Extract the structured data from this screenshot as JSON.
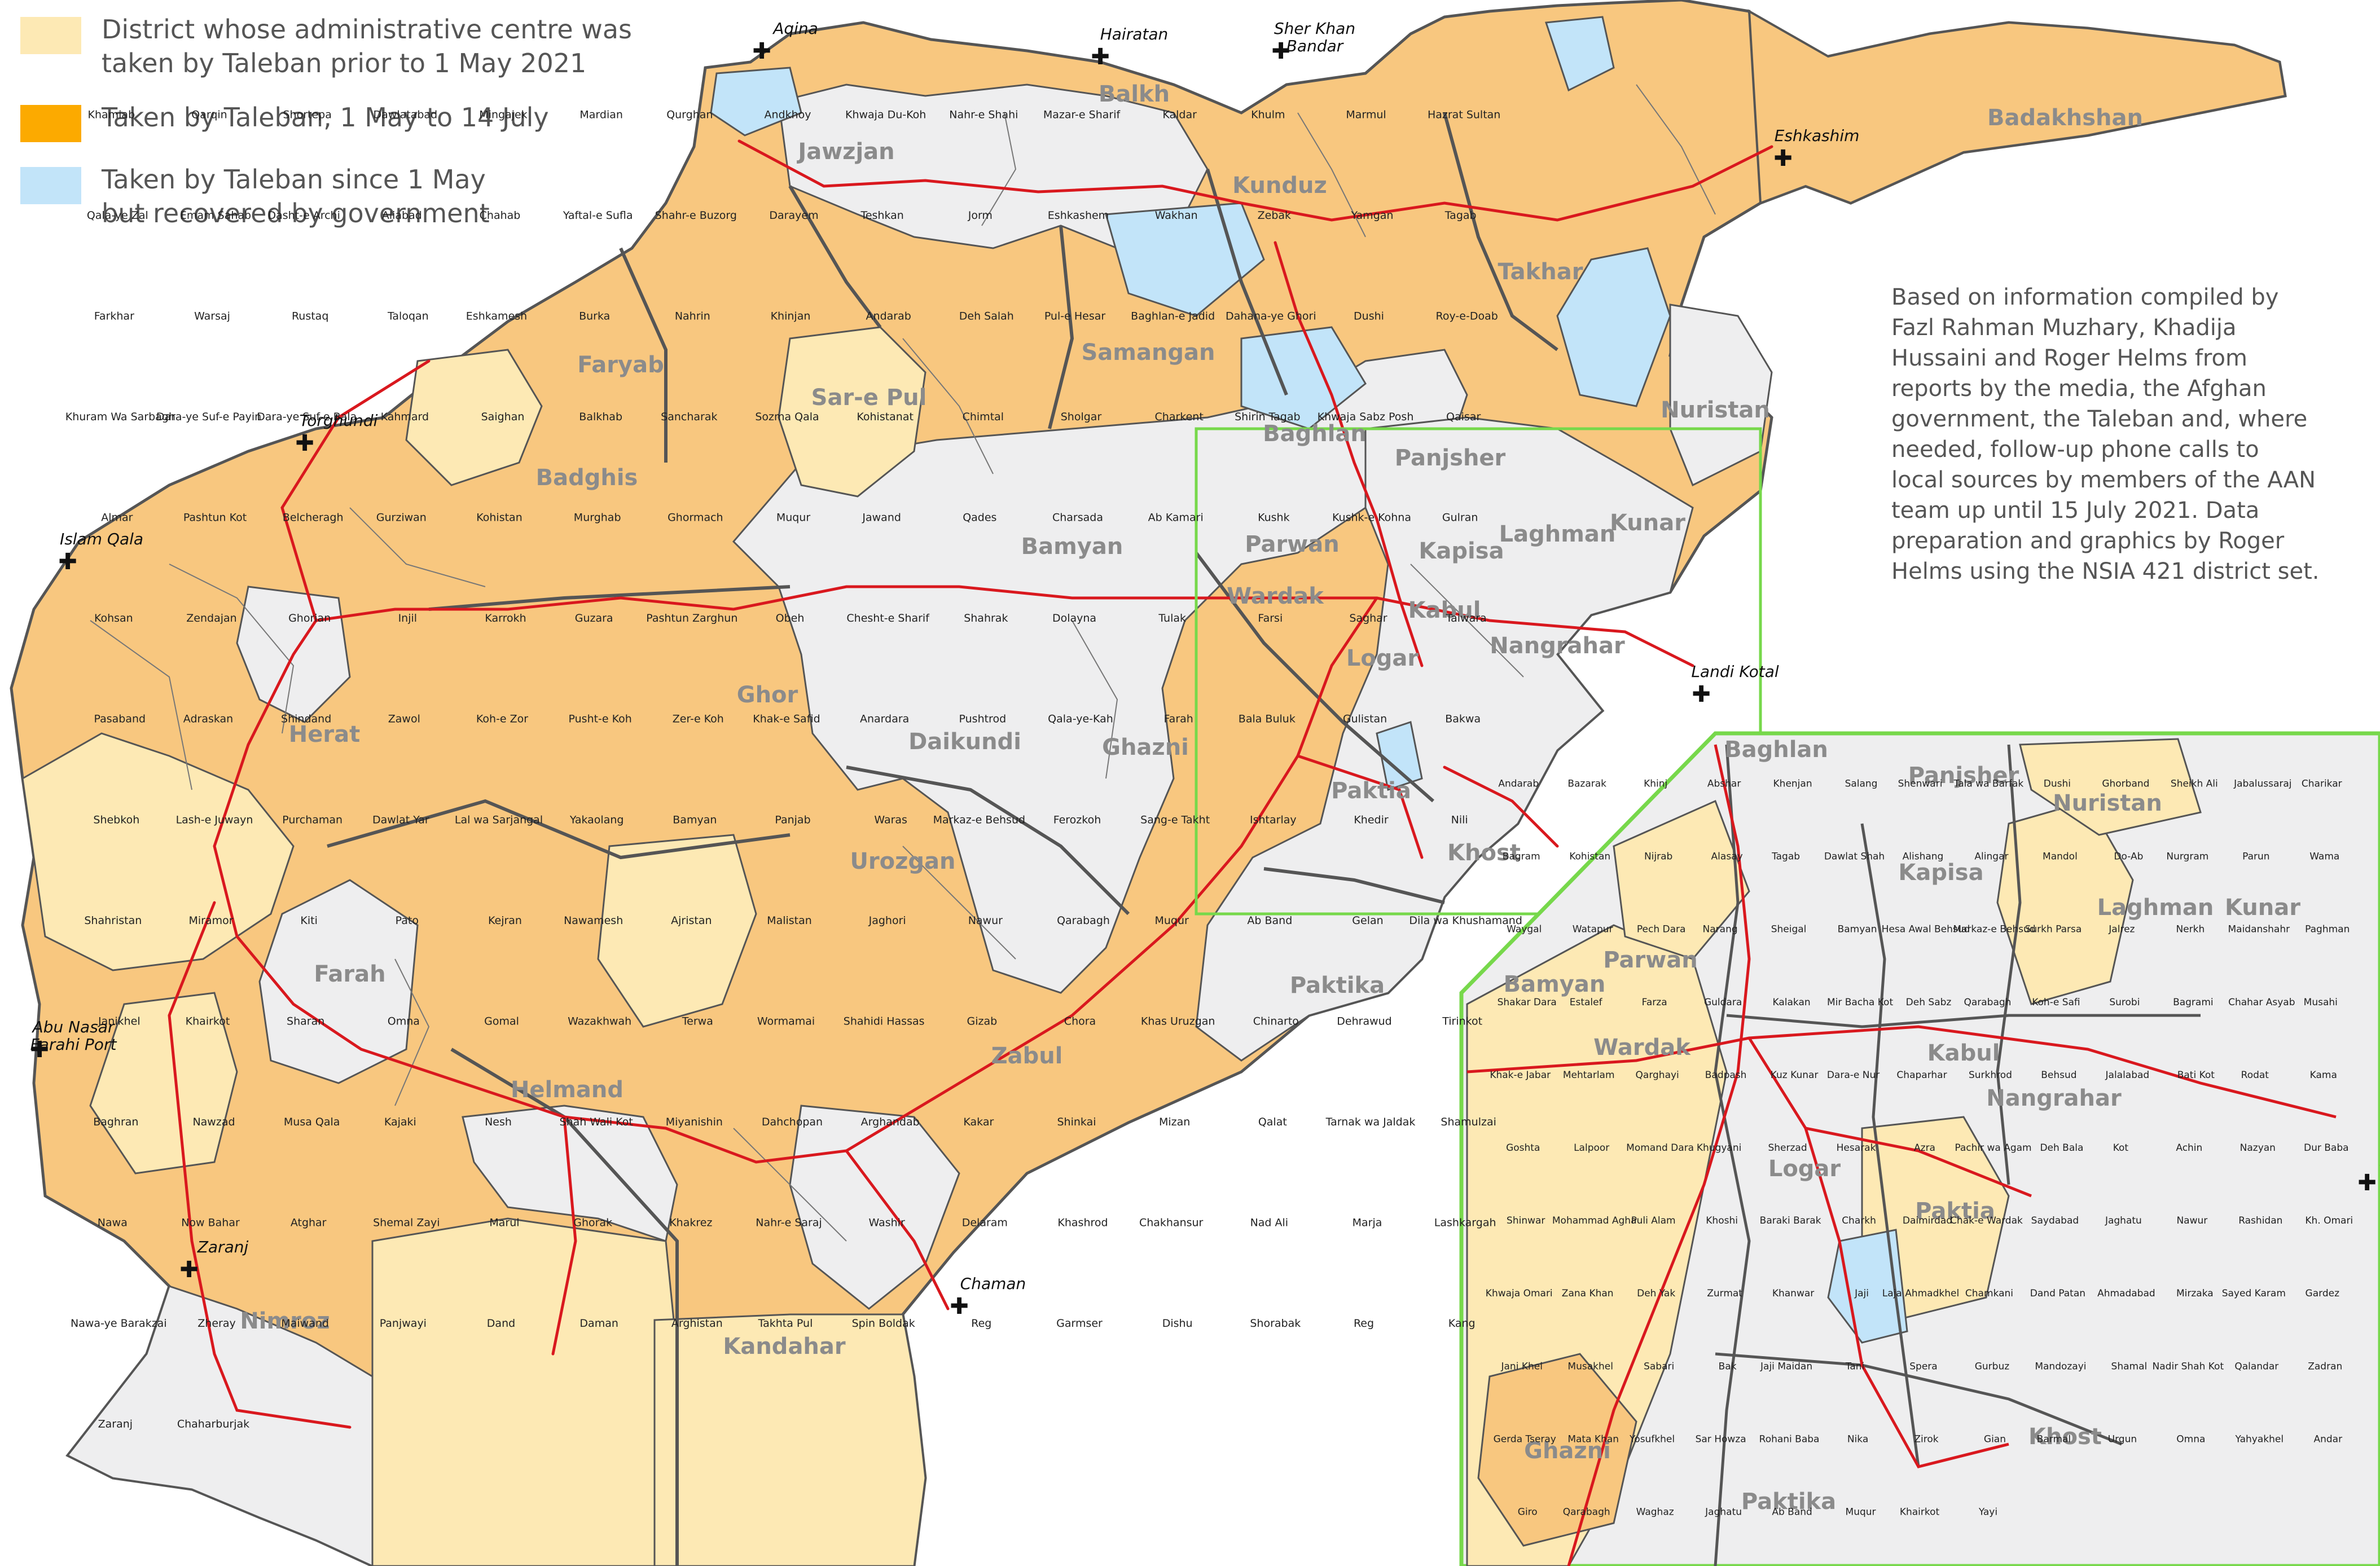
{
  "legend": {
    "items": [
      {
        "label": "District whose administrative centre was\ntaken by Taleban prior to 1 May 2021",
        "color": "#fde9b4"
      },
      {
        "label": "Taken by Taleban, 1 May to 14 July",
        "color": "#fcaa00"
      },
      {
        "label": "Taken by Taleban since 1 May\nbut recovered by government",
        "color": "#c2e4f9"
      }
    ]
  },
  "source_note": "Based on information compiled by\nFazl Rahman Muzhary, Khadija\nHussaini and Roger Helms from\nreports by the media, the Afghan\ngovernment, the Taleban and, where\nneeded, follow-up phone calls to\nlocal sources by members of the AAN\nteam up until 15 July 2021. Data\npreparation and graphics by Roger\nHelms using the NSIA 421 district set.",
  "colors": {
    "pre_may": "#fde9b4",
    "may_july": "#f8c77f",
    "recovered": "#c2e4f9",
    "government": "#eeeeef",
    "roads": "#d9181e",
    "inset_frame": "#77d84b",
    "province_border": "#555555",
    "province_label": "#8b8b8b"
  },
  "provinces": {
    "main": [
      "Badakhshan",
      "Takhar",
      "Kunduz",
      "Balkh",
      "Jawzjan",
      "Faryab",
      "Sar-e Pul",
      "Samangan",
      "Baghlan",
      "Panjsher",
      "Nuristan",
      "Kapisa",
      "Laghman",
      "Kunar",
      "Parwan",
      "Bamyan",
      "Wardak",
      "Kabul",
      "Logar",
      "Nangrahar",
      "Badghis",
      "Herat",
      "Ghor",
      "Daikundi",
      "Ghazni",
      "Paktia",
      "Khost",
      "Urozgan",
      "Zabul",
      "Paktika",
      "Farah",
      "Helmand",
      "Kandahar",
      "Nimroz"
    ],
    "inset": [
      "Baghlan",
      "Panjsher",
      "Nuristan",
      "Kapisa",
      "Laghman",
      "Kunar",
      "Parwan",
      "Bamyan",
      "Wardak",
      "Kabul",
      "Nangrahar",
      "Logar",
      "Paktia",
      "Khost",
      "Ghazni",
      "Paktika"
    ]
  },
  "border_crossings": [
    "Aqina",
    "Hairatan",
    "Sher Khan\nBandar",
    "Eshkashim",
    "Torghundi",
    "Islam Qala",
    "Abu Nasar\nFarahi Port",
    "Zaranj",
    "Chaman",
    "Landi Kotal",
    "Landi\nKotal"
  ],
  "districts": {
    "main": [
      "Khamiab",
      "Qarqin",
      "Shortepa",
      "Dawlatabad",
      "Mingajek",
      "Mardian",
      "Qurghan",
      "Andkhoy",
      "Khwaja Du-Koh",
      "Nahr-e Shahi",
      "Mazar-e Sharif",
      "Kaldar",
      "Khulm",
      "Marmul",
      "Hazrat Sultan",
      "Qala-ye Zal",
      "Emam Sahab",
      "Dasht-e Archi",
      "Aliabad",
      "Chahab",
      "Yaftal-e Sufla",
      "Shahr-e Buzorg",
      "Darayem",
      "Teshkan",
      "Jorm",
      "Eshkashem",
      "Wakhan",
      "Zebak",
      "Yamgan",
      "Tagab",
      "Farkhar",
      "Warsaj",
      "Rustaq",
      "Taloqan",
      "Eshkamesh",
      "Burka",
      "Nahrin",
      "Khinjan",
      "Andarab",
      "Deh Salah",
      "Pul-e Hesar",
      "Baghlan-e Jadid",
      "Dahana-ye Ghori",
      "Dushi",
      "Roy-e-Doab",
      "Khuram Wa Sarbagh",
      "Dara-ye Suf-e Payin",
      "Dara-ye Suf-e Bala",
      "Kahmard",
      "Saighan",
      "Balkhab",
      "Sancharak",
      "Sozma Qala",
      "Kohistanat",
      "Chimtal",
      "Sholgar",
      "Charkent",
      "Shirin Tagab",
      "Khwaja Sabz Posh",
      "Qaisar",
      "Almar",
      "Pashtun Kot",
      "Belcheragh",
      "Gurziwan",
      "Kohistan",
      "Murghab",
      "Ghormach",
      "Muqur",
      "Jawand",
      "Qades",
      "Charsada",
      "Ab Kamari",
      "Kushk",
      "Kushk-e Kohna",
      "Gulran",
      "Kohsan",
      "Zendajan",
      "Ghorian",
      "Injil",
      "Karrokh",
      "Guzara",
      "Pashtun Zarghun",
      "Obeh",
      "Chesht-e Sharif",
      "Shahrak",
      "Dolayna",
      "Tulak",
      "Farsi",
      "Saghar",
      "Taiwara",
      "Pasaband",
      "Adraskan",
      "Shindand",
      "Zawol",
      "Koh-e Zor",
      "Pusht-e Koh",
      "Zer-e Koh",
      "Khak-e Safid",
      "Anardara",
      "Pushtrod",
      "Qala-ye-Kah",
      "Farah",
      "Bala Buluk",
      "Gulistan",
      "Bakwa",
      "Shebkoh",
      "Lash-e Juwayn",
      "Purchaman",
      "Dawlat Yar",
      "Lal wa Sarjangal",
      "Yakaolang",
      "Bamyan",
      "Panjab",
      "Waras",
      "Markaz-e Behsud",
      "Ferozkoh",
      "Sang-e Takht",
      "Ishtarlay",
      "Khedir",
      "Nili",
      "Shahristan",
      "Miramor",
      "Kiti",
      "Pato",
      "Kejran",
      "Nawamesh",
      "Ajristan",
      "Malistan",
      "Jaghori",
      "Nawur",
      "Qarabagh",
      "Muqur",
      "Ab Band",
      "Gelan",
      "Dila wa Khushamand",
      "Janikhel",
      "Khairkot",
      "Sharan",
      "Omna",
      "Gomal",
      "Wazakhwah",
      "Terwa",
      "Wormamai",
      "Shahidi Hassas",
      "Gizab",
      "Chora",
      "Khas Uruzgan",
      "Chinarto",
      "Dehrawud",
      "Tirinkot",
      "Baghran",
      "Nawzad",
      "Musa Qala",
      "Kajaki",
      "Nesh",
      "Shah Wali Kot",
      "Miyanishin",
      "Dahchopan",
      "Arghandab",
      "Kakar",
      "Shinkai",
      "Mizan",
      "Qalat",
      "Tarnak wa Jaldak",
      "Shamulzai",
      "Nawa",
      "Now Bahar",
      "Atghar",
      "Shemal Zayi",
      "Marul",
      "Ghorak",
      "Khakrez",
      "Nahr-e Saraj",
      "Washir",
      "Delaram",
      "Khashrod",
      "Chakhansur",
      "Nad Ali",
      "Marja",
      "Lashkargah",
      "Nawa-ye Barakzai",
      "Zheray",
      "Maiwand",
      "Panjwayi",
      "Dand",
      "Daman",
      "Arghistan",
      "Takhta Pul",
      "Spin Boldak",
      "Reg",
      "Garmser",
      "Dishu",
      "Shorabak",
      "Reg",
      "Kang",
      "Zaranj",
      "Chaharburjak"
    ],
    "inset": [
      "Andarab",
      "Bazarak",
      "Khinj",
      "Abshar",
      "Khenjan",
      "Salang",
      "Shenwari",
      "Tala wa Barfak",
      "Dushi",
      "Ghorband",
      "Sheikh Ali",
      "Jabalussaraj",
      "Charikar",
      "Bagram",
      "Kohistan",
      "Nijrab",
      "Alasay",
      "Tagab",
      "Dawlat Shah",
      "Alishang",
      "Alingar",
      "Mandol",
      "Do-Ab",
      "Nurgram",
      "Parun",
      "Wama",
      "Waygal",
      "Watapur",
      "Pech Dara",
      "Narang",
      "Sheigal",
      "Bamyan",
      "Hesa Awal Behsud",
      "Markaz-e Behsud",
      "Surkh Parsa",
      "Jalrez",
      "Nerkh",
      "Maidanshahr",
      "Paghman",
      "Shakar Dara",
      "Estalef",
      "Farza",
      "Guldara",
      "Kalakan",
      "Mir Bacha Kot",
      "Deh Sabz",
      "Qarabagh",
      "Koh-e Safi",
      "Surobi",
      "Bagrami",
      "Chahar Asyab",
      "Musahi",
      "Khak-e Jabar",
      "Mehtarlam",
      "Qarghayi",
      "Badpash",
      "Kuz Kunar",
      "Dara-e Nur",
      "Chaparhar",
      "Surkhrod",
      "Behsud",
      "Jalalabad",
      "Bati Kot",
      "Rodat",
      "Kama",
      "Goshta",
      "Lalpoor",
      "Momand Dara",
      "Khugyani",
      "Sherzad",
      "Hesarak",
      "Azra",
      "Pachir wa Agam",
      "Deh Bala",
      "Kot",
      "Achin",
      "Nazyan",
      "Dur Baba",
      "Shinwar",
      "Mohammad Agha",
      "Puli Alam",
      "Khoshi",
      "Baraki Barak",
      "Charkh",
      "Daimirdad",
      "Chak-e Wardak",
      "Saydabad",
      "Jaghatu",
      "Nawur",
      "Rashidan",
      "Kh. Omari",
      "Khwaja Omari",
      "Zana Khan",
      "Deh Yak",
      "Zurmat",
      "Khanwar",
      "Jaji",
      "Laja Ahmadkhel",
      "Chamkani",
      "Dand Patan",
      "Ahmadabad",
      "Mirzaka",
      "Sayed Karam",
      "Gardez",
      "Jani Khel",
      "Musakhel",
      "Sabari",
      "Bak",
      "Jaji Maidan",
      "Tani",
      "Spera",
      "Gurbuz",
      "Mandozayi",
      "Shamal",
      "Nadir Shah Kot",
      "Qalandar",
      "Zadran",
      "Gerda Tseray",
      "Mata Khan",
      "Yosufkhel",
      "Sar Howza",
      "Rohani Baba",
      "Nika",
      "Zirok",
      "Gian",
      "Barmal",
      "Urgun",
      "Omna",
      "Yahyakhel",
      "Andar",
      "Giro",
      "Qarabagh",
      "Waghaz",
      "Jaghatu",
      "Ab Band",
      "Muqur",
      "Khairkot",
      "Yayi"
    ]
  }
}
